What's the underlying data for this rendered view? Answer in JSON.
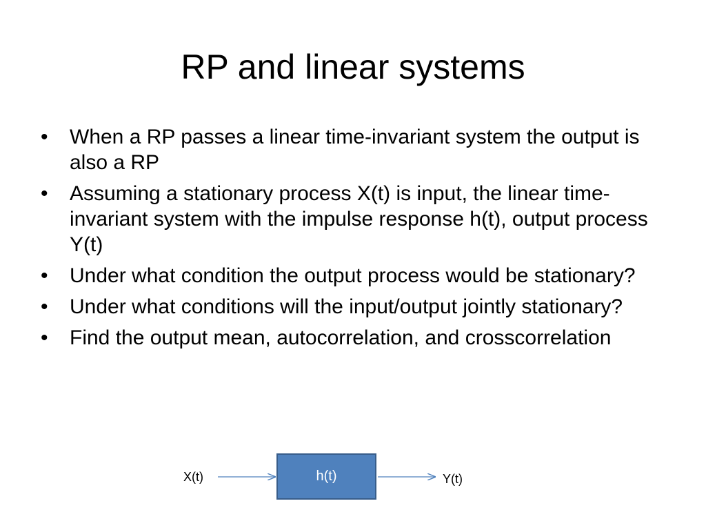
{
  "slide": {
    "title": "RP and linear systems",
    "bullets": [
      {
        "text": "When a RP passes a linear time-invariant system the output is also a RP"
      },
      {
        "text": "Assuming a stationary process X(t) is input, the linear time-invariant system with the impulse response h(t), output process Y(t)"
      },
      {
        "text": "Under what condition the output process would be stationary?"
      },
      {
        "text": "Under what conditions will the input/output jointly stationary?"
      },
      {
        "text": "Find the output mean, autocorrelation, and crosscorrelation"
      }
    ],
    "bullet_glyph": "•"
  },
  "diagram": {
    "input_label": "X(t)",
    "block_label": "h(t)",
    "output_label": "Y(t)",
    "block_fill": "#4f81bd",
    "block_border": "#385d8a",
    "arrow_color": "#4f81bd"
  }
}
